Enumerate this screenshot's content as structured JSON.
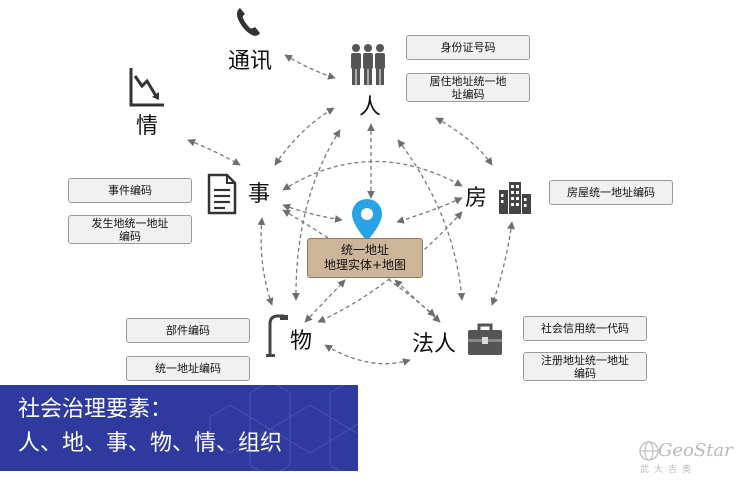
{
  "nodes": {
    "person": "人",
    "event": "事",
    "object": "物",
    "info": "情",
    "house": "房",
    "legal": "法人",
    "telecom": "通讯"
  },
  "center": {
    "line1": "统一地址",
    "line2": "地理实体+地图"
  },
  "codes": {
    "id_card": "身份证号码",
    "residence": "居住地址统一地址编码",
    "event_code": "事件编码",
    "event_place": "发生地统一地址编码",
    "house_code": "房屋统一地址编码",
    "part_code": "部件编码",
    "address_code": "统一地址编码",
    "credit_code": "社会信用统一代码",
    "reg_address": "注册地址统一地址编码"
  },
  "banner": {
    "line1": "社会治理要素：",
    "line2": "人、地、事、物、情、组织"
  },
  "logo": {
    "name": "GeoStar",
    "sub": "武大吉奥"
  },
  "colors": {
    "banner": "#2f3a9e",
    "center": "#cdb59a",
    "pin": "#2aa3e6",
    "arrow": "#7a7a7a"
  }
}
